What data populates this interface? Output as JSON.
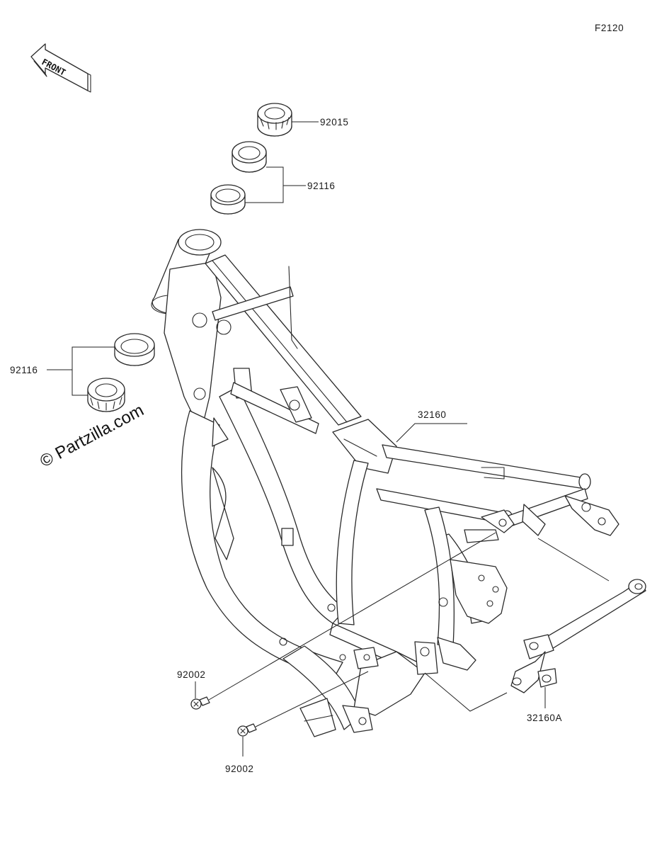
{
  "diagram_code": "F2120",
  "front_label": "FRONT",
  "watermark": "© Partzilla.com",
  "parts": {
    "nut": "92015",
    "race_upper": "92116",
    "race_lower": "92116",
    "frame": "32160",
    "engine_mount_bracket": "32160A",
    "bolt_upper": "92002",
    "bolt_lower": "92002"
  }
}
